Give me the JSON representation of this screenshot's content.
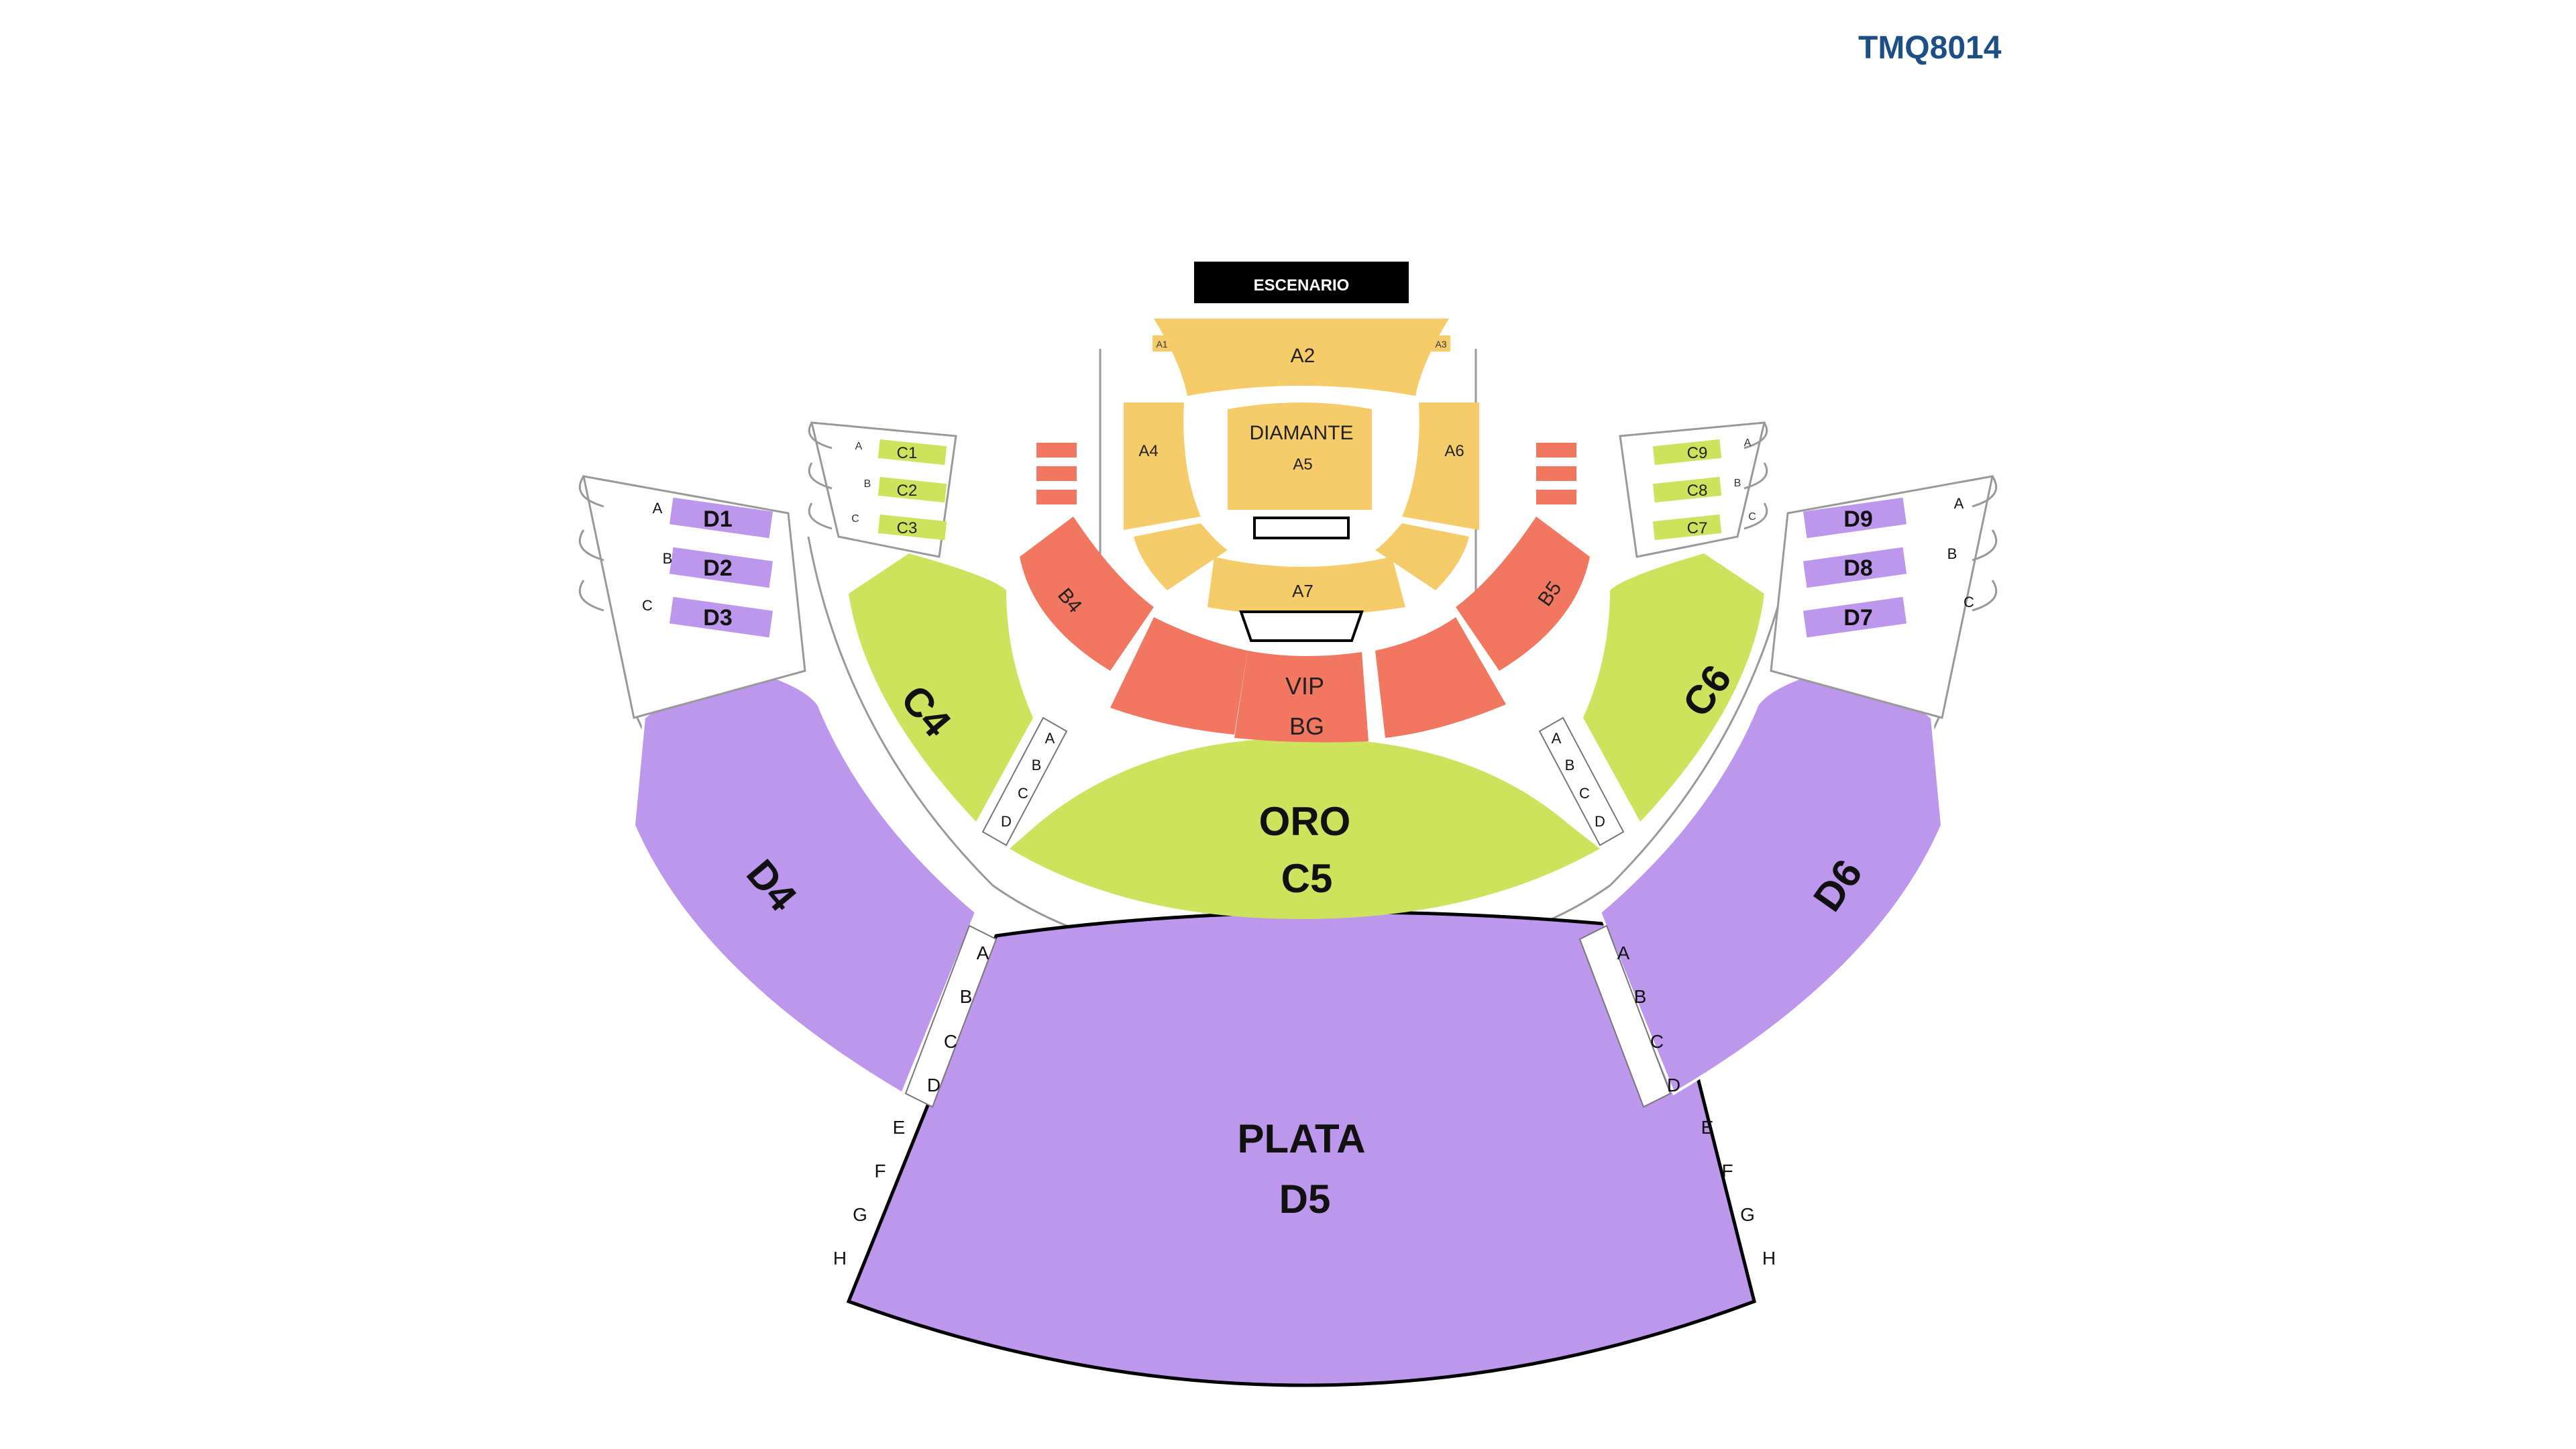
{
  "header": {
    "code": "TMQ8014"
  },
  "colors": {
    "purple": "#bd97ec",
    "green": "#cde35e",
    "red": "#f17760",
    "yellow": "#f6cc6a",
    "stage": "#000000"
  },
  "stage": {
    "label": "ESCENARIO"
  },
  "zones": {
    "plata": {
      "name": "PLATA",
      "section": "D5"
    },
    "oro": {
      "name": "ORO",
      "section": "C5"
    },
    "vip": {
      "name": "VIP",
      "section": "BG"
    },
    "diamante": {
      "name": "DIAMANTE",
      "section": "A5"
    }
  },
  "sections": {
    "d4": "D4",
    "d6": "D6",
    "c4": "C4",
    "c6": "C6",
    "b4": "B4",
    "b5": "B5",
    "a2": "A2",
    "a4": "A4",
    "a6": "A6",
    "a7": "A7",
    "a1": "A1",
    "a3": "A3"
  },
  "boxes": {
    "left_d": [
      {
        "row": "A",
        "label": "D1"
      },
      {
        "row": "B",
        "label": "D2"
      },
      {
        "row": "C",
        "label": "D3"
      }
    ],
    "right_d": [
      {
        "row": "A",
        "label": "D9"
      },
      {
        "row": "B",
        "label": "D8"
      },
      {
        "row": "C",
        "label": "D7"
      }
    ],
    "left_c": [
      {
        "row": "A",
        "label": "C1"
      },
      {
        "row": "B",
        "label": "C2"
      },
      {
        "row": "C",
        "label": "C3"
      }
    ],
    "right_c": [
      {
        "row": "A",
        "label": "C9"
      },
      {
        "row": "B",
        "label": "C8"
      },
      {
        "row": "C",
        "label": "C7"
      }
    ]
  },
  "aisle_rows": {
    "d_aisle": [
      "A",
      "B",
      "C",
      "D",
      "E",
      "F",
      "G",
      "H"
    ],
    "c_aisle": [
      "A",
      "B",
      "C",
      "D"
    ]
  }
}
